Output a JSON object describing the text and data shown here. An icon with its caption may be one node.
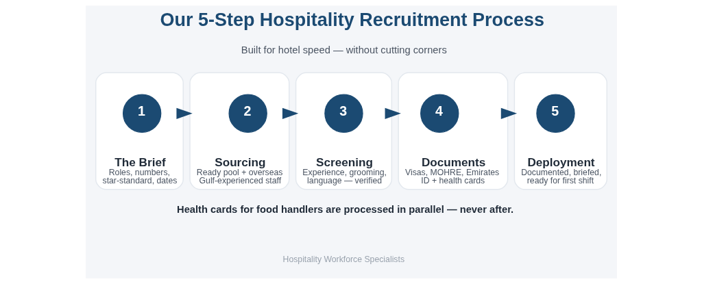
{
  "diagram": {
    "title": "Our 5-Step Hospitality Recruitment Process",
    "nodes": [
      {
        "text": [
          "The Brief",
          "Roles, numbers, star-standard, dates"
        ]
      },
      {
        "text": [
          "1"
        ],
        "in": 0
      },
      {
        "text": [
          "Sourcing",
          "Ready pool + overseas Gulf-experienced staff"
        ]
      },
      {
        "text": [
          "2"
        ],
        "in": 2
      },
      {
        "text": [
          "Screening",
          "Experience, grooming, language — verified"
        ]
      },
      {
        "text": [
          "3"
        ],
        "in": 4
      },
      {
        "text": [
          "Documents",
          "Visas, MOHRE, Emirates ID + health cards"
        ]
      },
      {
        "text": [
          "4"
        ],
        "in": 6
      },
      {
        "text": [
          "Deployment",
          "Documented, briefed, ready for first shift"
        ]
      },
      {
        "text": [
          "5"
        ],
        "in": 8
      }
    ],
    "edges": [
      {
        "from": 0,
        "to": 2,
        "arrow": "to"
      },
      {
        "from": 2,
        "to": 4,
        "arrow": "to"
      },
      {
        "from": 4,
        "to": 6,
        "arrow": "to"
      },
      {
        "from": 6,
        "to": 8,
        "arrow": "to"
      }
    ],
    "labels": [
      "Built for hotel speed — without cutting corners",
      "Health cards for food handlers are processed in parallel — never after.",
      "Hospitality Workforce Specialists"
    ]
  }
}
